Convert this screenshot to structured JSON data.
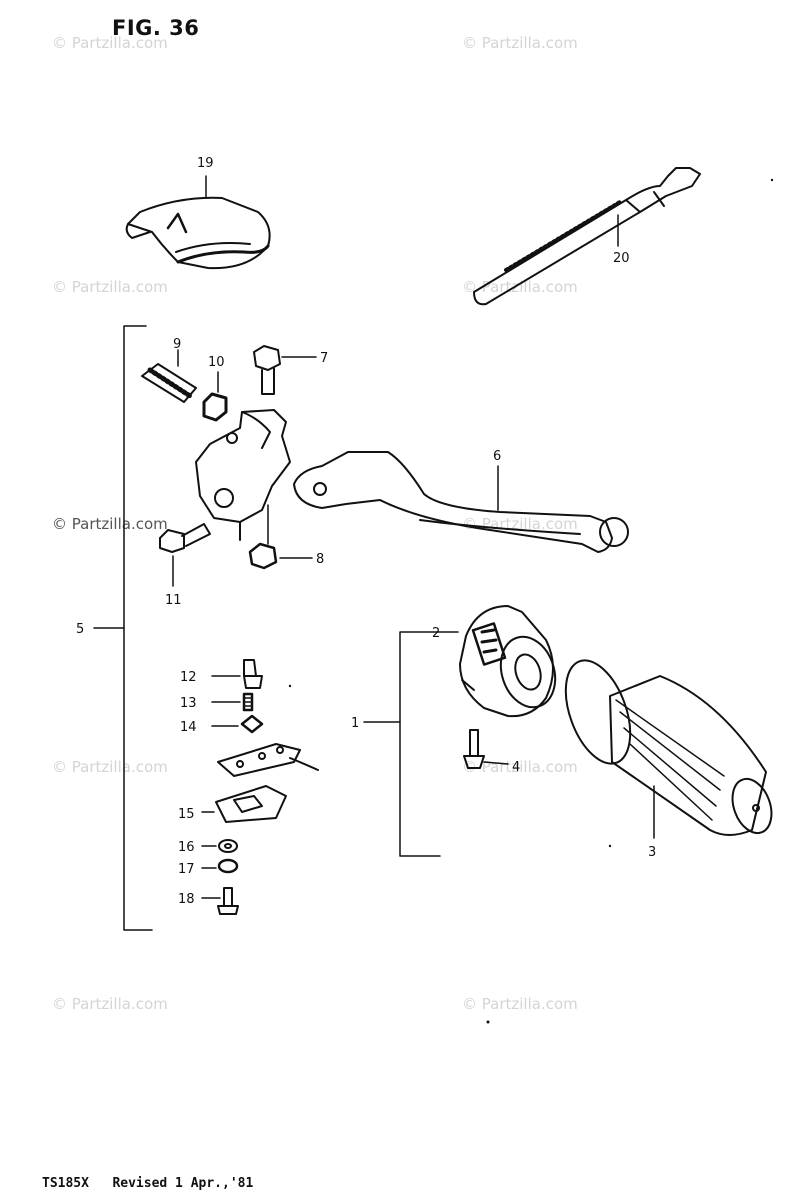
{
  "figure": {
    "title": "FIG. 36"
  },
  "footer": {
    "text": "TS185X   Revised 1 Apr.,'81"
  },
  "watermark": {
    "text": "© Partzilla.com"
  },
  "parts": [
    {
      "number": "1"
    },
    {
      "number": "2"
    },
    {
      "number": "3"
    },
    {
      "number": "4"
    },
    {
      "number": "5"
    },
    {
      "number": "6"
    },
    {
      "number": "7"
    },
    {
      "number": "8"
    },
    {
      "number": "9"
    },
    {
      "number": "10"
    },
    {
      "number": "11"
    },
    {
      "number": "12"
    },
    {
      "number": "13"
    },
    {
      "number": "14"
    },
    {
      "number": "15"
    },
    {
      "number": "16"
    },
    {
      "number": "17"
    },
    {
      "number": "18"
    },
    {
      "number": "19"
    },
    {
      "number": "20"
    }
  ]
}
